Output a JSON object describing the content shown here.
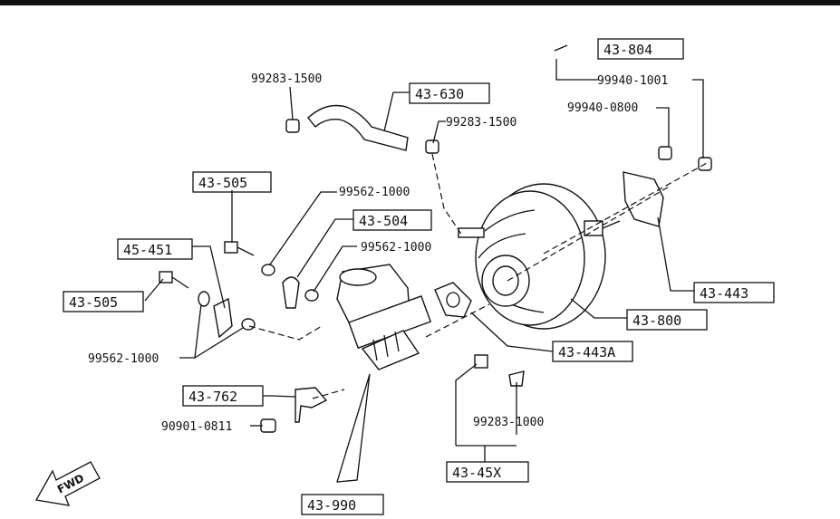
{
  "parts": {
    "p_43_804": "43-804",
    "p_99940_1001": "99940-1001",
    "p_99940_0800": "99940-0800",
    "p_99283_1500_top": "99283-1500",
    "p_43_630": "43-630",
    "p_99283_1500_right": "99283-1500",
    "p_43_505_top": "43-505",
    "p_99562_1000_a": "99562-1000",
    "p_43_504": "43-504",
    "p_45_451": "45-451",
    "p_99562_1000_b": "99562-1000",
    "p_43_505_left": "43-505",
    "p_43_443": "43-443",
    "p_43_800": "43-800",
    "p_99562_1000_c": "99562-1000",
    "p_43_443A": "43-443A",
    "p_43_762": "43-762",
    "p_99283_1000": "99283-1000",
    "p_90901_0811": "90901-0811",
    "p_43_45X": "43-45X",
    "p_43_990": "43-990"
  },
  "fwd_label": "FWD"
}
